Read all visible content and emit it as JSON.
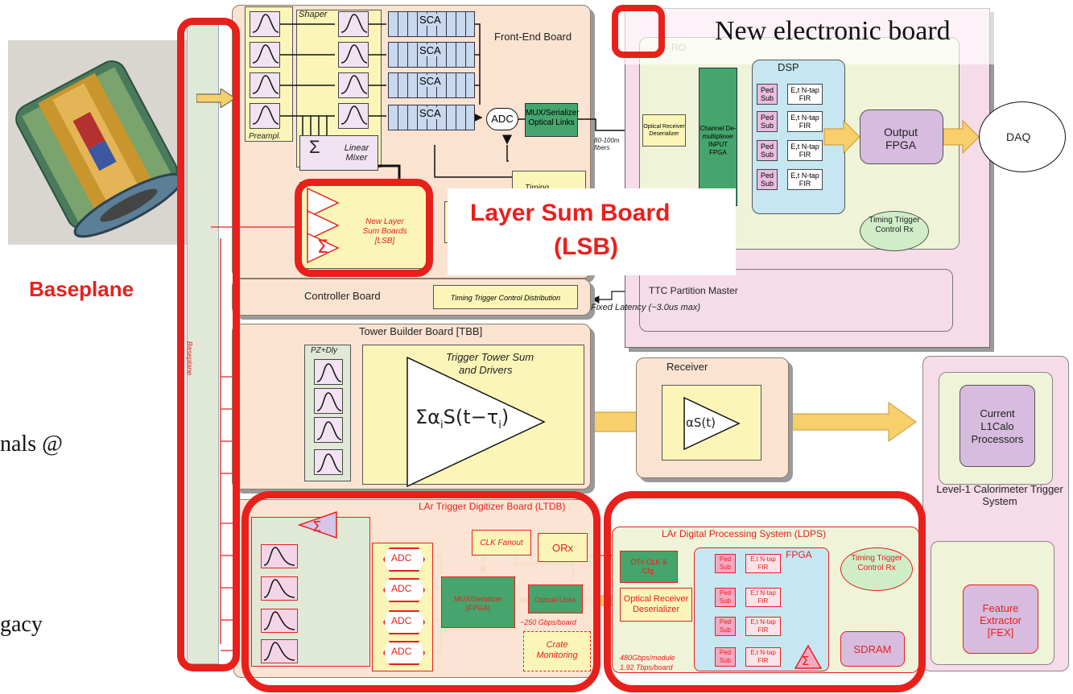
{
  "left_panel": {
    "baseplane_label": "Baseplane",
    "fragment_1": "nals @",
    "fragment_2": "gacy"
  },
  "header": {
    "new_board_label": "New electronic board"
  },
  "fe_board": {
    "title": "Front-End Board",
    "shaper_label": "Shaper",
    "preamp_label": "Preampl.",
    "sca_label": "SCA",
    "adc_label": "ADC",
    "mux_label": "MUX/Serializer Optical Links",
    "fiber_label": "80-100m fibers",
    "linear_mixer_label": "Linear Mixer",
    "timing_label": "Timing",
    "lsb_small_label": "New Layer Sum Boards [LSB]"
  },
  "lsb_callout": {
    "line1": "Layer Sum Board",
    "line2": "(LSB)"
  },
  "rod": {
    "rod_fragment": "RO",
    "dsp_label": "DSP",
    "optical_rx_label": "Optical Receiver Deserializer",
    "channel_demux_label": "Channel De-multiplexer INPUT FPGA",
    "ped_sub": "Ped Sub",
    "etap": "E,t N-tap FIR",
    "output_fpga_label": "Output FPGA",
    "daq_label": "DAQ",
    "ttc_rx_label": "Timing Trigger Control Rx",
    "ttc_partition_label": "TTC Partition Master"
  },
  "controller": {
    "title": "Controller Board",
    "ttc_dist_label": "Timing Trigger Control Distribution",
    "fixed_latency_label": "Fixed Latency (~3.0us max)"
  },
  "tbb": {
    "title": "Tower Builder Board [TBB]",
    "pz_dly_label": "PZ+Dly",
    "tower_sum_label_1": "Trigger Tower Sum",
    "tower_sum_label_2": "and Drivers",
    "formula": "Σα",
    "formula_sub": "i",
    "formula_rest": "S(t−τ",
    "formula_sub2": "i",
    "formula_end": ")"
  },
  "receiver": {
    "title": "Receiver",
    "formula": "αS(t)"
  },
  "l1calo": {
    "processors_label": "Current L1Calo Processors",
    "system_label": "Level-1 Calorimeter Trigger System"
  },
  "baseplane_vertical": "Baseplane",
  "ltdb": {
    "title": "LAr Trigger Digitizer Board (LTDB)",
    "adc_label": "ADC",
    "clk_fanout_label": "CLK Fanout",
    "orx_label": "ORx",
    "mux_label": "MUX/Serializer (FPGA)",
    "optical_links_label": "Optical Links",
    "bandwidth_label": "~250 Gbps/board",
    "crate_monitoring_label": "Crate Monitoring"
  },
  "ldps": {
    "title": "LAr Digital Processing System (LDPS)",
    "otx_label": "OTx CLK & Cfg.",
    "optical_rx_label": "Optical Receiver Deserializer",
    "fpga_label": "FPGA",
    "ped_sub": "Ped Sub",
    "etap": "E,t N-tap FIR",
    "ttc_rx_label": "Timing Trigger Control Rx",
    "sdram_label": "SDRAM",
    "bandwidth_1": "480Gbps/module",
    "bandwidth_2": "1.92 Tbps/board",
    "fex_label": "Feature Extractor [FEX]"
  },
  "colors": {
    "highlight_red": "#e8201c",
    "board_peach": "#fbe3d2",
    "rod_pink": "#f6dbe9",
    "dsp_blue": "#c6e7f2",
    "fpga_green": "#45a56d",
    "arrow_yellow": "#f8cf6a"
  }
}
